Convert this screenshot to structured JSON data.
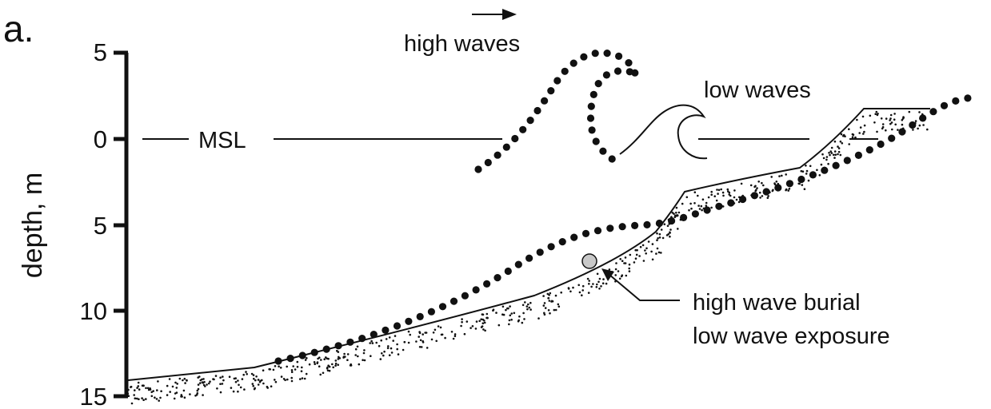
{
  "panel_label": "a.",
  "y_axis": {
    "title": "depth,  m",
    "ticks": [
      "5",
      "0",
      "5",
      "10",
      "15"
    ]
  },
  "labels": {
    "msl": "MSL",
    "high_waves": "high waves",
    "low_waves": "low waves",
    "burial_line1": "high wave burial",
    "burial_line2": "low wave exposure"
  },
  "colors": {
    "ink": "#111111",
    "marker_fill": "#c8c8c8"
  },
  "icons": [
    "arrow-right-icon",
    "breaking-wave-icon"
  ]
}
